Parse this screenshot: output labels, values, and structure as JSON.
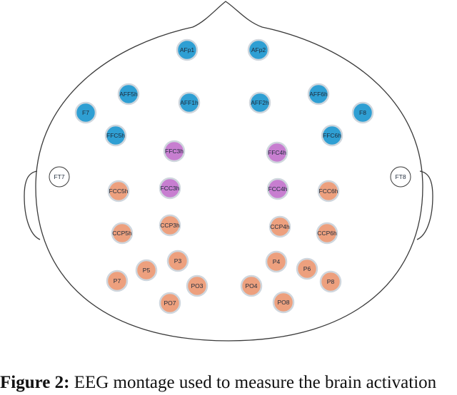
{
  "figure": {
    "caption_label": "Figure 2:",
    "caption_text": " EEG montage used to measure the brain activation"
  },
  "legend_colors": {
    "blue": "#2f9fd3",
    "violet": "#c77ed0",
    "orange": "#eda07e",
    "white": "#ffffff",
    "ring": "#cfd6dd",
    "outline": "#3a3a3a"
  },
  "electrodes": [
    {
      "label": "AFp1",
      "color": "blue"
    },
    {
      "label": "AFp2",
      "color": "blue"
    },
    {
      "label": "AFF5h",
      "color": "blue"
    },
    {
      "label": "AFF1h",
      "color": "blue"
    },
    {
      "label": "AFF2h",
      "color": "blue"
    },
    {
      "label": "AFF6h",
      "color": "blue"
    },
    {
      "label": "F7",
      "color": "blue"
    },
    {
      "label": "F8",
      "color": "blue"
    },
    {
      "label": "FFC5h",
      "color": "blue"
    },
    {
      "label": "FFC6h",
      "color": "blue"
    },
    {
      "label": "FFC3h",
      "color": "violet"
    },
    {
      "label": "FFC4h",
      "color": "violet"
    },
    {
      "label": "FT7",
      "color": "white"
    },
    {
      "label": "FT8",
      "color": "white"
    },
    {
      "label": "FCC5h",
      "color": "orange"
    },
    {
      "label": "FCC3h",
      "color": "violet"
    },
    {
      "label": "FCC4h",
      "color": "violet"
    },
    {
      "label": "FCC6h",
      "color": "orange"
    },
    {
      "label": "CCP5h",
      "color": "orange"
    },
    {
      "label": "CCP3h",
      "color": "orange"
    },
    {
      "label": "CCP4h",
      "color": "orange"
    },
    {
      "label": "CCP6h",
      "color": "orange"
    },
    {
      "label": "P3",
      "color": "orange"
    },
    {
      "label": "P4",
      "color": "orange"
    },
    {
      "label": "P5",
      "color": "orange"
    },
    {
      "label": "P6",
      "color": "orange"
    },
    {
      "label": "P7",
      "color": "orange"
    },
    {
      "label": "P8",
      "color": "orange"
    },
    {
      "label": "PO3",
      "color": "orange"
    },
    {
      "label": "PO4",
      "color": "orange"
    },
    {
      "label": "PO7",
      "color": "orange"
    },
    {
      "label": "PO8",
      "color": "orange"
    }
  ]
}
